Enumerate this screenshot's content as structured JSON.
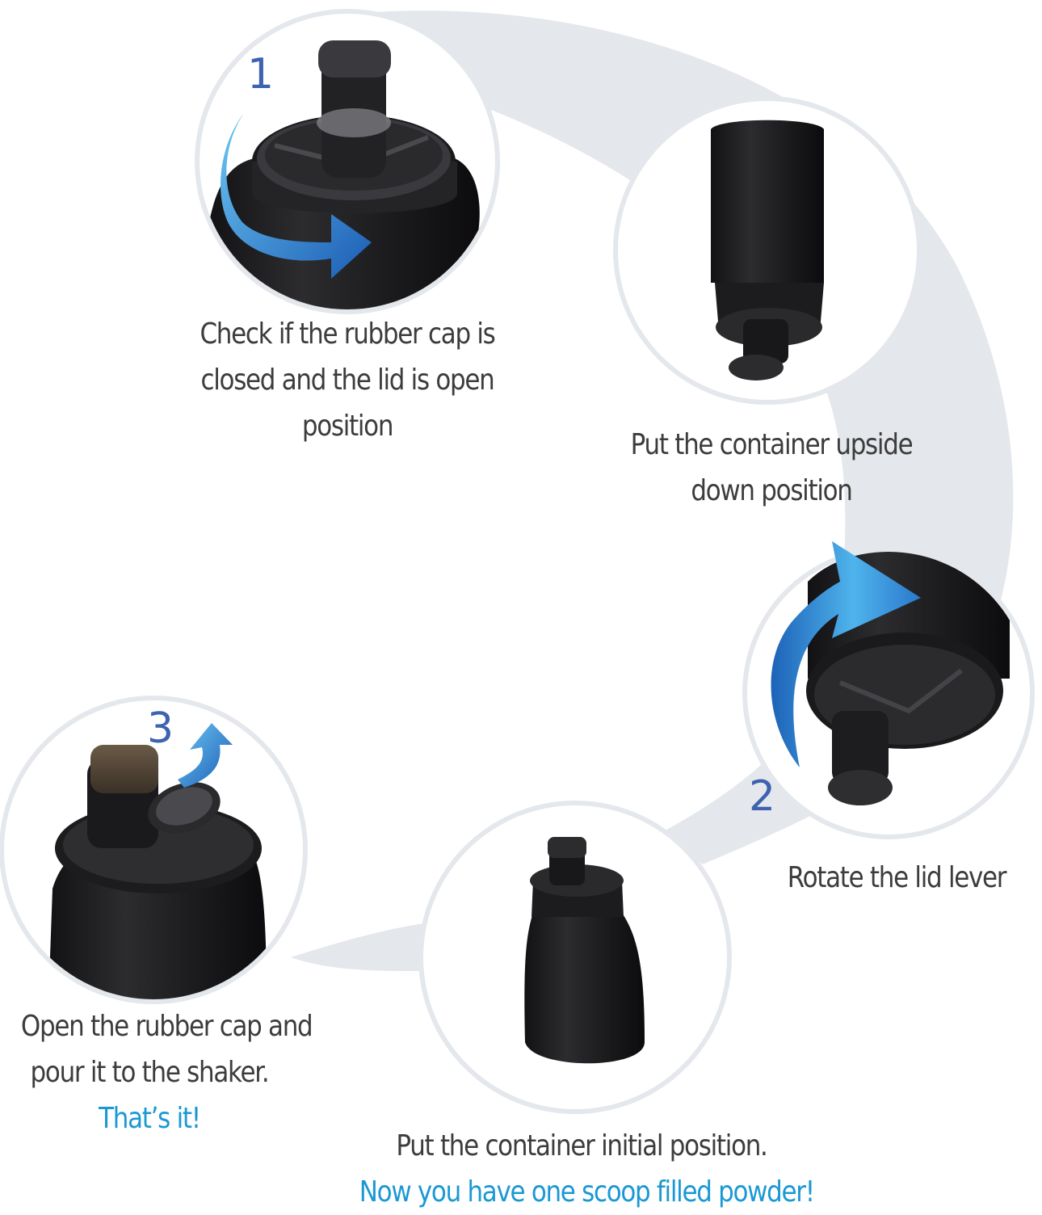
{
  "colors": {
    "track": "#e4e7eb",
    "circle_fill": "#ffffff",
    "product": "#1e1e20",
    "product_dark": "#0e0e10",
    "arrow_light": "#5dbef0",
    "arrow_dark": "#1b5cb4",
    "caption_text": "#3c3c3c",
    "accent_text": "#1a98d4",
    "step_number": "#3d63b0"
  },
  "steps": [
    {
      "number": "1",
      "caption_lines": [
        "Check if the rubber cap is",
        "closed and the lid is open",
        "position"
      ],
      "image_icon": "closed-cap-container-top-icon",
      "arrow_icon": "rotate-arrow-icon"
    },
    {
      "number": "",
      "caption_lines": [
        "Put the container upside",
        "down position"
      ],
      "image_icon": "upside-down-container-icon"
    },
    {
      "number": "2",
      "caption_lines": [
        "Rotate the lid lever"
      ],
      "image_icon": "lid-lever-icon",
      "arrow_icon": "rotate-arrow-icon"
    },
    {
      "number": "",
      "caption_lines": [
        "Put the container initial position."
      ],
      "highlight": "Now you have one scoop filled powder!",
      "image_icon": "upright-container-icon"
    },
    {
      "number": "3",
      "caption_lines": [
        "Open the rubber cap and",
        "pour it to the shaker."
      ],
      "highlight": "That’s it!",
      "image_icon": "open-cap-container-icon",
      "arrow_icon": "flip-arrow-icon"
    }
  ]
}
